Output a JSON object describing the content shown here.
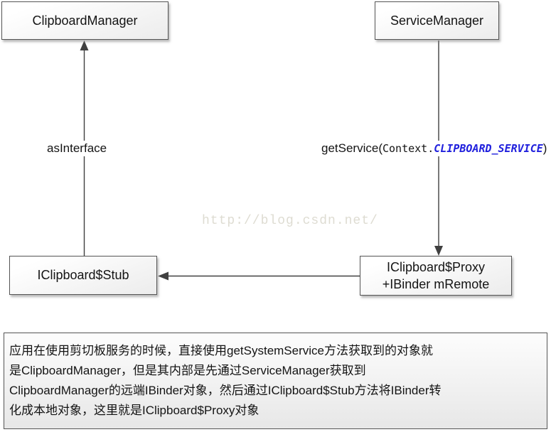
{
  "diagram": {
    "nodes": {
      "clipboard_manager": {
        "label": "ClipboardManager"
      },
      "service_manager": {
        "label": "ServiceManager"
      },
      "stub": {
        "label": "IClipboard$Stub"
      },
      "proxy": {
        "line1": "IClipboard$Proxy",
        "line2": "+IBinder mRemote"
      }
    },
    "edges": {
      "as_interface": {
        "label": "asInterface"
      },
      "get_service": {
        "prefix": "getService(",
        "receiver": "Context.",
        "constant": "CLIPBOARD_SERVICE",
        "suffix": ")"
      }
    },
    "watermark": "http://blog.csdn.net/"
  },
  "note": {
    "lines": [
      "应用在使用剪切板服务的时候，直接使用getSystemService方法获取到的对象就",
      "是ClipboardManager，但是其内部是先通过ServiceManager获取到",
      "ClipboardManager的远端IBinder对象，然后通过IClipboard$Stub方法将IBinder转",
      "化成本地对象，这里就是IClipboard$Proxy对象"
    ]
  },
  "colors": {
    "constant_blue": "#2020dd",
    "box_border": "#555555",
    "arrow_line": "#404040",
    "watermark_gray": "#dedcd2"
  }
}
